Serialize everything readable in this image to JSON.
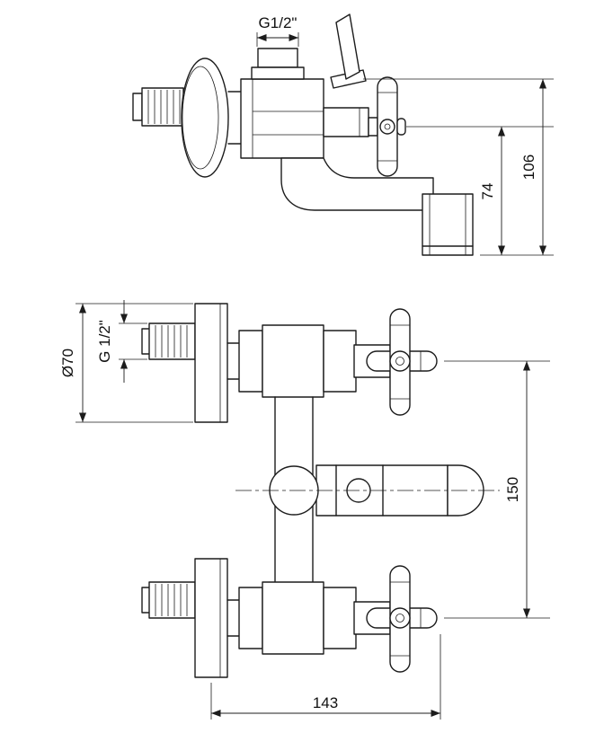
{
  "colors": {
    "ink": "#1c1c1c",
    "paper": "#ffffff"
  },
  "side_view": {
    "dims": {
      "inlet_thread": "G1/2\"",
      "spout_height": "74",
      "overall_height": "106"
    }
  },
  "front_view": {
    "dims": {
      "flange_diameter": "Ø70",
      "inlet_thread": "G 1/2\"",
      "port_spacing": "150",
      "overall_width": "143"
    }
  }
}
